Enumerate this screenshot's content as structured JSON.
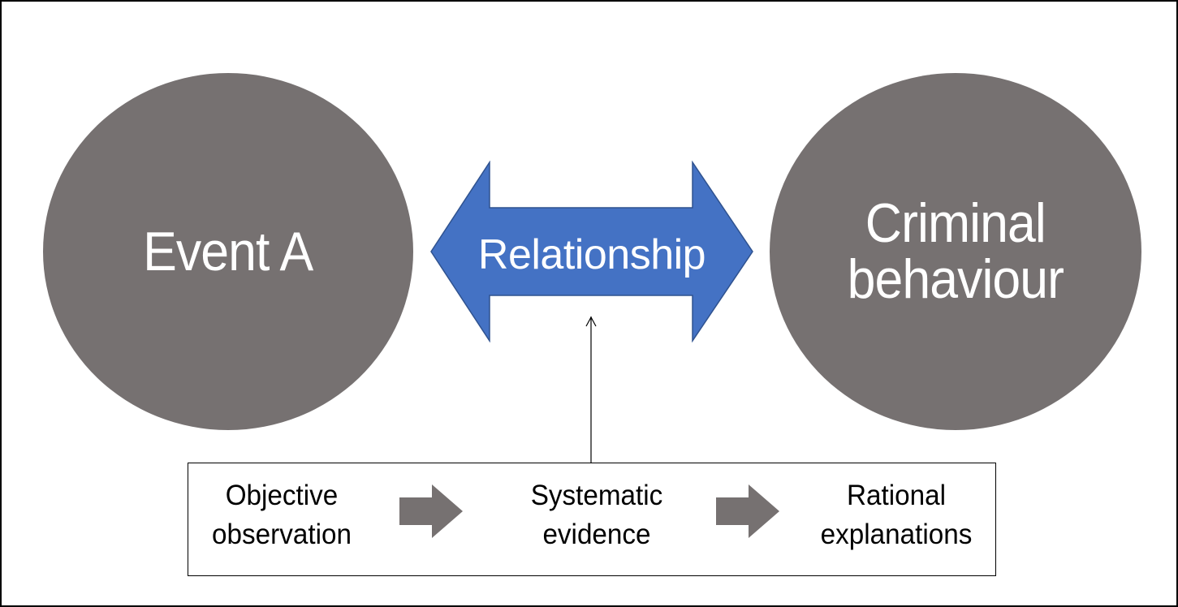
{
  "colors": {
    "circle_fill": "#767171",
    "arrow_fill": "#4472C4",
    "arrow_stroke": "#2F528F",
    "step_arrow_fill": "#767171",
    "text_light": "#FFFFFF",
    "text_dark": "#000000"
  },
  "nodes": {
    "left": {
      "label": "Event A"
    },
    "right": {
      "label": "Criminal\nbehaviour"
    }
  },
  "relationship": {
    "label": "Relationship"
  },
  "process": {
    "steps": [
      {
        "label": "Objective\nobservation"
      },
      {
        "label": "Systematic\nevidence"
      },
      {
        "label": "Rational\nexplanations"
      }
    ]
  }
}
